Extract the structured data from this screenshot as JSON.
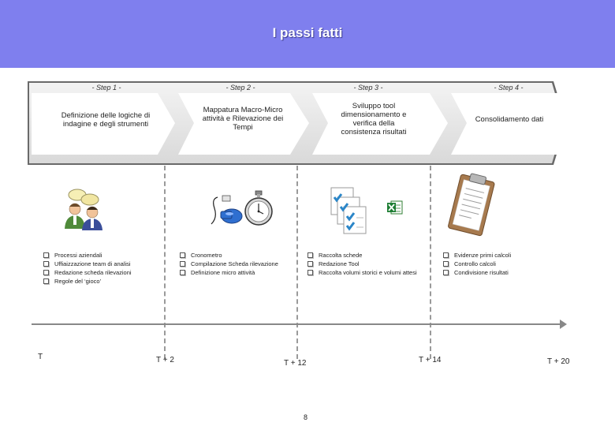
{
  "header": {
    "title": "I passi fatti"
  },
  "steps": [
    {
      "label": "- Step 1 -",
      "text": "Definizione delle logiche di indagine e degli strumenti",
      "bullets": [
        "Processi aziendali",
        "Uffiaizzazione team di analisi",
        "Redazione scheda rilevazioni",
        "Regole del ‘gioco’"
      ]
    },
    {
      "label": "- Step 2 -",
      "text": "Mappatura Macro-Micro attività e Rilevazione dei Tempi",
      "bullets": [
        "Cronometro",
        "Compilazione Scheda rilevazione",
        "Definizione micro attività"
      ]
    },
    {
      "label": "- Step 3 -",
      "text": "Sviluppo tool dimensionamento e verifica della consistenza risultati",
      "bullets": [
        "Raccolta schede",
        "Redazione Tool",
        "Raccolta volumi storici e volumi attesi"
      ]
    },
    {
      "label": "- Step 4 -",
      "text": "Consolidamento dati",
      "bullets": [
        "Evidenze primi calcoli",
        "Controllo calcoli",
        "Condivisione risultati"
      ]
    }
  ],
  "timeline": {
    "marks": [
      "T",
      "T + 2",
      "T + 12",
      "T + 14",
      "T + 20"
    ]
  },
  "page": {
    "number": "8"
  },
  "icons": [
    "people-talking-icon",
    "whistle-icon",
    "stopwatch-icon",
    "checklist-documents-icon",
    "excel-icon",
    "clipboard-icon"
  ]
}
